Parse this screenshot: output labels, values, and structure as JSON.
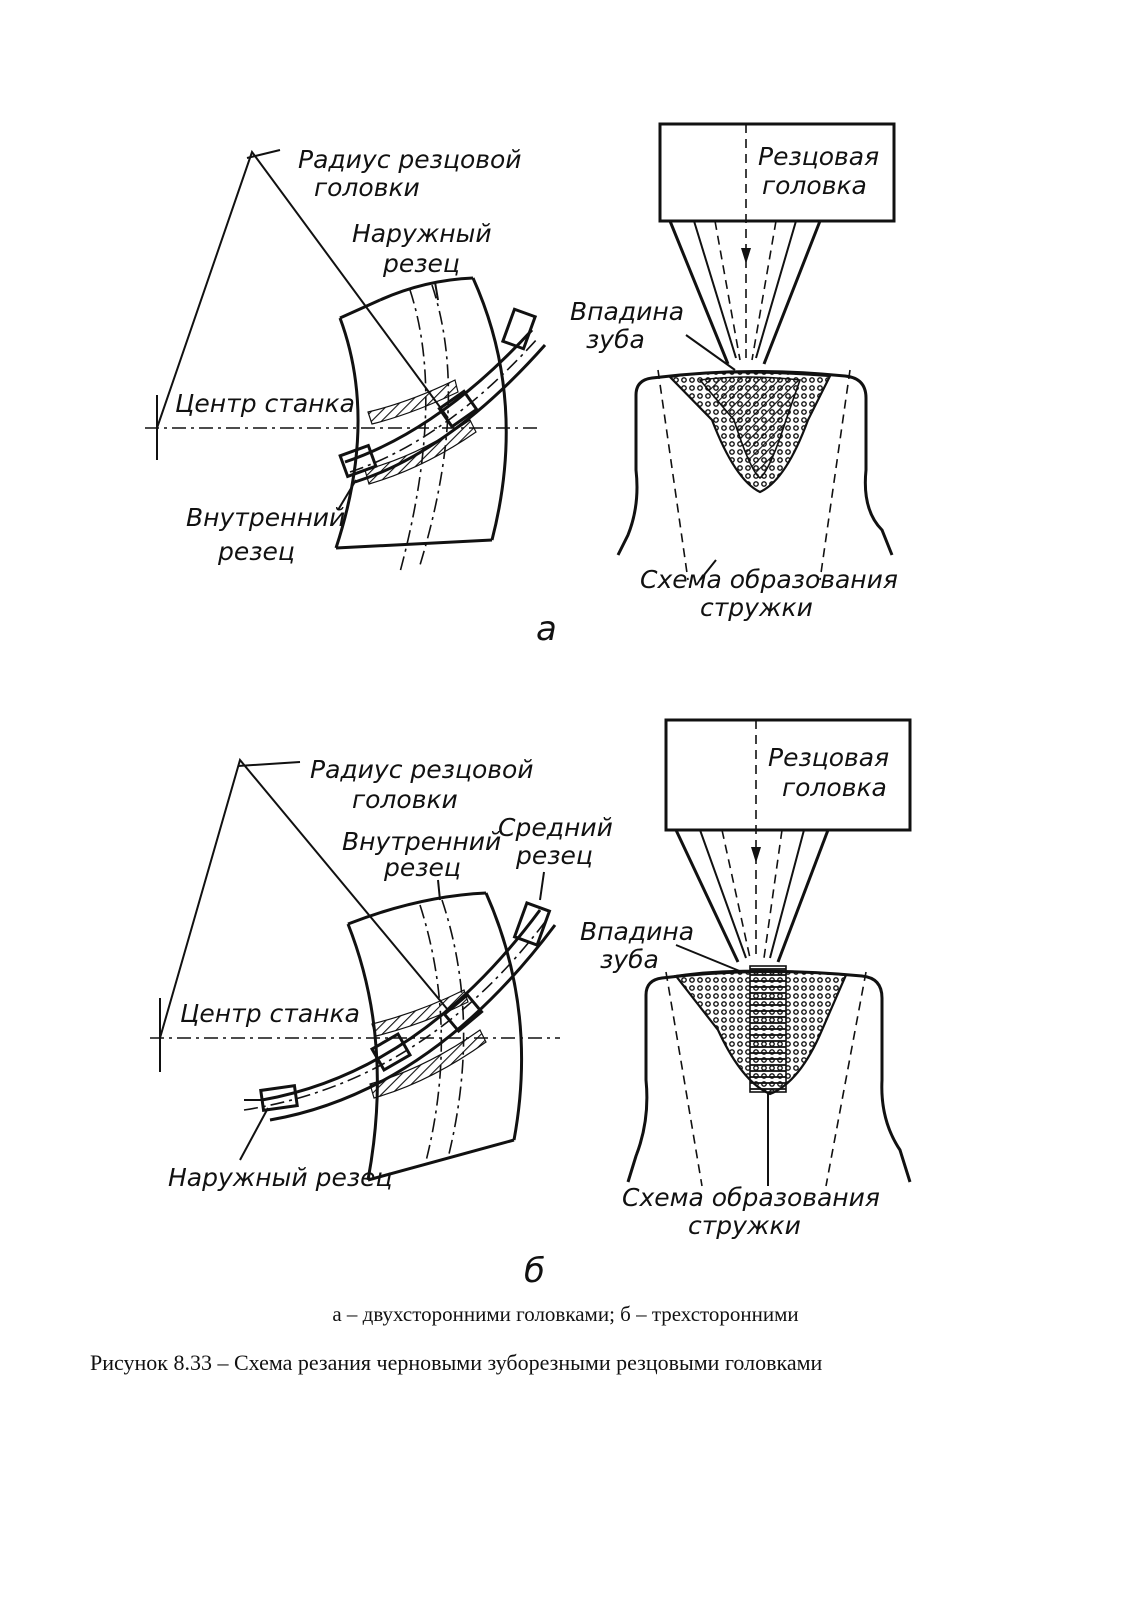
{
  "diagram_a": {
    "radius_label_1": "Радиус резцовой",
    "radius_label_2": "головки",
    "outer_cutter_1": "Наружный",
    "outer_cutter_2": "резец",
    "machine_center": "Центр станка",
    "inner_cutter_1": "Внутренний",
    "inner_cutter_2": "резец",
    "head_label_1": "Резцовая",
    "head_label_2": "головка",
    "cavity_1": "Впадина",
    "cavity_2": "зуба",
    "chip_1": "Схема образования",
    "chip_2": "стружки",
    "sub_label": "а"
  },
  "diagram_b": {
    "radius_label_1": "Радиус резцовой",
    "radius_label_2": "головки",
    "inner_cutter_1": "Внутренний",
    "inner_cutter_2": "резец",
    "middle_cutter_1": "Средний",
    "middle_cutter_2": "резец",
    "machine_center": "Центр станка",
    "outer_cutter": "Наружный резец",
    "head_label_1": "Резцовая",
    "head_label_2": "головка",
    "cavity_1": "Впадина",
    "cavity_2": "зуба",
    "chip_1": "Схема образования",
    "chip_2": "стружки",
    "sub_label": "б"
  },
  "caption_line": "а – двухсторонними головками;  б – трехсторонними",
  "figure_caption": "Рисунок  8.33 – Схема резания черновыми зуборезными резцовыми головками"
}
